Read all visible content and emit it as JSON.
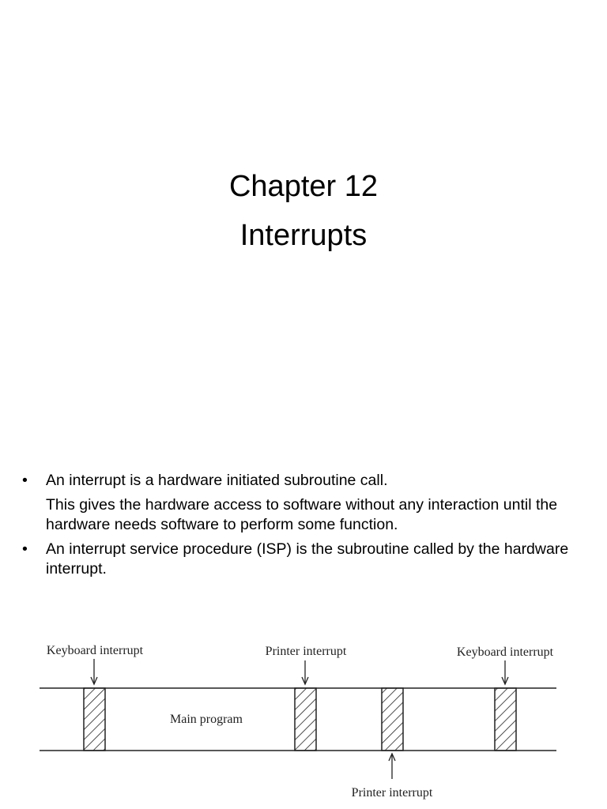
{
  "title": {
    "line1": "Chapter 12",
    "line2": "Interrupts"
  },
  "bullets": {
    "b1": {
      "marker": "•",
      "text": "An interrupt is a hardware initiated subroutine call."
    },
    "b1_para": "This gives the hardware access to software without any interaction until the hardware needs software to perform some function.",
    "b2": {
      "marker": "•",
      "text": "An interrupt service procedure (ISP) is the subroutine called by the hardware interrupt."
    }
  },
  "diagram": {
    "top_labels": [
      "Keyboard interrupt",
      "Printer interrupt",
      "Keyboard interrupt"
    ],
    "middle_label": "Main program",
    "bottom_label": "Printer interrupt",
    "line_color": "#222222"
  }
}
